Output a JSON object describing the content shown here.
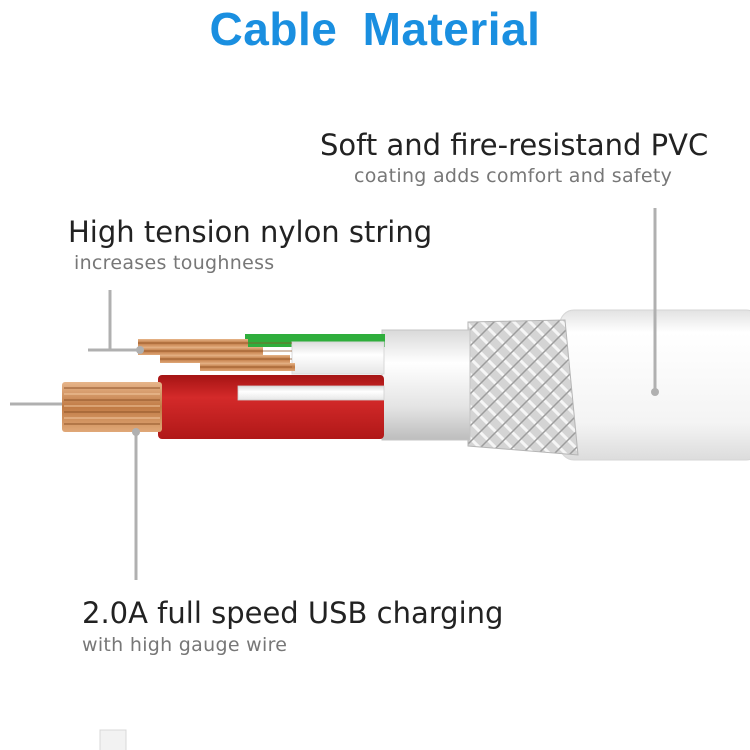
{
  "title": "Cable  Material",
  "callouts": {
    "pvc": {
      "heading": "Soft and fire-resistand PVC",
      "sub": "coating adds comfort and safety"
    },
    "nylon": {
      "heading": "High tension nylon string",
      "sub": "increases toughness"
    },
    "charging": {
      "heading": "2.0A full speed USB charging",
      "sub": "with high gauge wire"
    }
  },
  "colors": {
    "title": "#1a8fe0",
    "wire_red": "#c81f1f",
    "wire_green": "#2fae3c",
    "copper": "#c98650",
    "jacket": "#f4f4f4",
    "braid": "#c9c9c9"
  }
}
